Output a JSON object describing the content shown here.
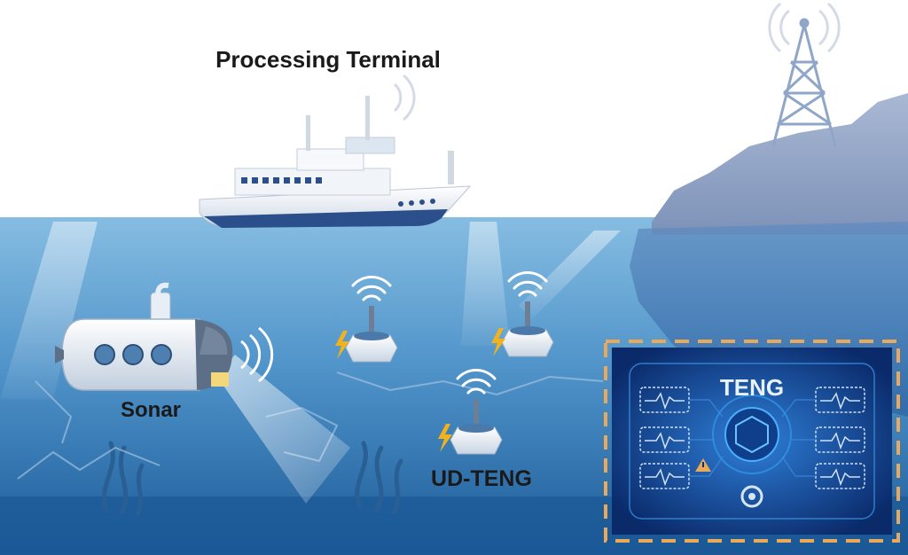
{
  "labels": {
    "processing_terminal": "Processing Terminal",
    "sonar": "Sonar",
    "ud_teng": "UD-TENG",
    "teng_panel": "TENG"
  },
  "colors": {
    "sky": "#ffffff",
    "water_top": "#7fb7de",
    "water_bottom": "#1e5f9c",
    "cliff": "#8fa4c6",
    "panel_bg": "#0b2f74",
    "panel_glow": "#2a8be0",
    "panel_dash": "#e9a85a",
    "lightning": "#f2b21c"
  },
  "icons": [
    "ship-icon",
    "submarine-icon",
    "radio-tower-icon",
    "buoy-sensor-icon",
    "lightning-icon",
    "wireless-signal-icon",
    "warning-icon",
    "waveform-icon",
    "gear-icon"
  ]
}
